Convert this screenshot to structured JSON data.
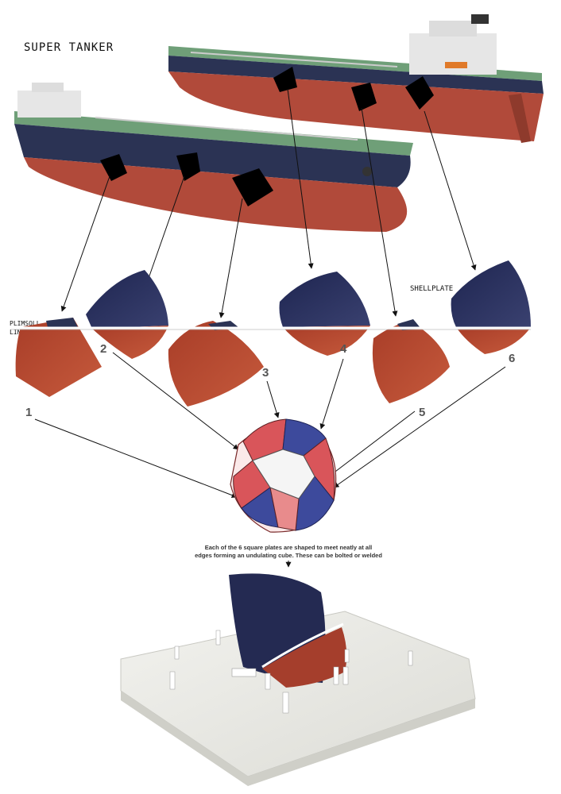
{
  "title": "SUPER TANKER",
  "labels": {
    "shellplate": "SHELLPLATE",
    "plimsoll_line_1": "PLIMSOLL",
    "plimsoll_line_2": "LINE"
  },
  "plates": [
    {
      "number": "1"
    },
    {
      "number": "2"
    },
    {
      "number": "3"
    },
    {
      "number": "4"
    },
    {
      "number": "5"
    },
    {
      "number": "6"
    }
  ],
  "caption": {
    "line1": "Each of the 6 square plates are shaped to meet neatly at all",
    "line2": "edges forming an undulating cube. These can be bolted or welded"
  },
  "colors": {
    "hull_red": "#b14a3a",
    "hull_navy": "#2b3354",
    "deck_green": "#6f9f78",
    "plate_orange": "#b8492c",
    "plate_navy": "#242a52",
    "base_white": "#eeeeea"
  }
}
